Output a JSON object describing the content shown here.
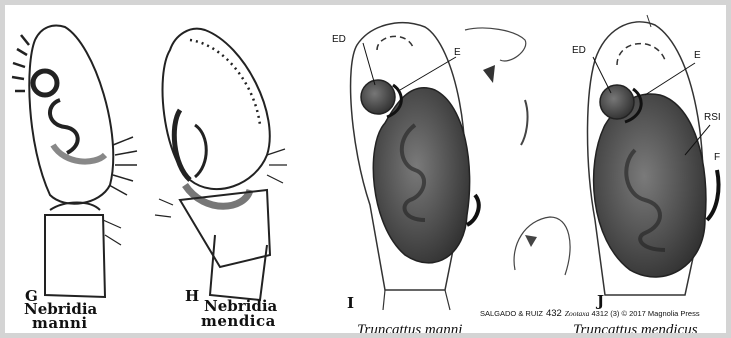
{
  "panels": [
    {
      "letter": "G",
      "genus": "Nebridia",
      "species": "manni"
    },
    {
      "letter": "H",
      "genus": "Nebridia",
      "species": "mendica"
    },
    {
      "letter": "I",
      "caption": "Truncattus manni"
    },
    {
      "letter": "J",
      "caption": "Truncattus mendicus"
    }
  ],
  "annotations": {
    "I": [
      "ED",
      "E"
    ],
    "J": [
      "ED",
      "E",
      "RSI",
      "F"
    ]
  },
  "credit": {
    "authors": "SALGADO & RUIZ",
    "page": "432",
    "journal": "Zootaxa",
    "volume": "4312 (3)",
    "copyright": "© 2017 Magnolia Press"
  },
  "colors": {
    "border": "#d4d4d4",
    "bulb_dark": "#3a3a3a",
    "bulb_mid": "#6a6a6a",
    "line": "#222222"
  }
}
